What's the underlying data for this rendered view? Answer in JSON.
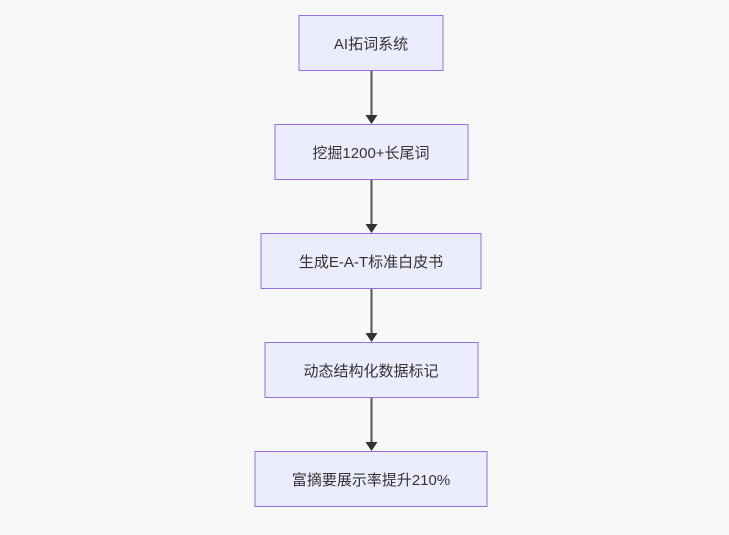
{
  "flowchart": {
    "type": "flowchart-vertical",
    "direction": "top-down",
    "node_fill_color": "#ececff",
    "node_border_color": "#9370db",
    "text_color": "#333333",
    "arrow_color": "#333333",
    "background_color": "#f8f8f8",
    "nodes": [
      {
        "id": "n1",
        "label": "AI拓词系统"
      },
      {
        "id": "n2",
        "label": "挖掘1200+长尾词"
      },
      {
        "id": "n3",
        "label": "生成E-A-T标准白皮书"
      },
      {
        "id": "n4",
        "label": "动态结构化数据标记"
      },
      {
        "id": "n5",
        "label": "富摘要展示率提升210%"
      }
    ],
    "edges": [
      {
        "from": "n1",
        "to": "n2"
      },
      {
        "from": "n2",
        "to": "n3"
      },
      {
        "from": "n3",
        "to": "n4"
      },
      {
        "from": "n4",
        "to": "n5"
      }
    ]
  }
}
